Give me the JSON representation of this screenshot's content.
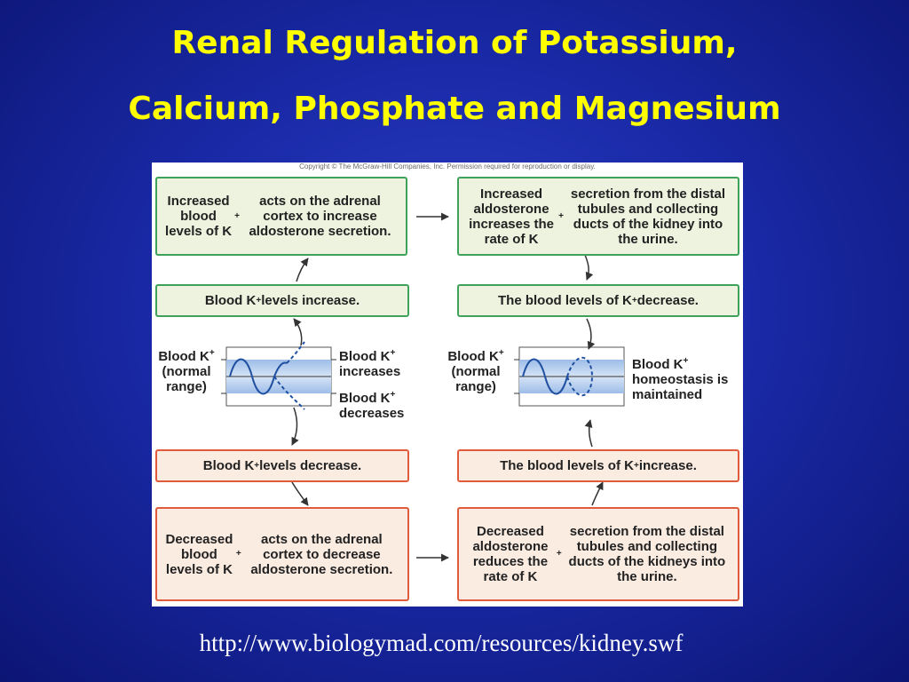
{
  "title": {
    "line1": "Renal Regulation of Potassium,",
    "line2": "Calcium, Phosphate and Magnesium"
  },
  "copyright": "Copyright © The McGraw-Hill Companies, Inc. Permission required for reproduction or display.",
  "boxes": {
    "top_left": "Increased blood levels of K+ acts on the adrenal cortex to increase aldosterone secretion.",
    "top_right": "Increased aldosterone increases the rate of K+ secretion from the distal tubules and collecting ducts of the kidney into the urine.",
    "mid_upper_left": "Blood K+ levels increase.",
    "mid_upper_right": "The blood levels of K+ decrease.",
    "mid_lower_left": "Blood K+ levels decrease.",
    "mid_lower_right": "The blood levels of K+ increase.",
    "bottom_left": "Decreased blood levels of K+ acts on the adrenal cortex to decrease aldosterone secretion.",
    "bottom_right": "Decreased aldosterone reduces the rate of K+ secretion from the distal tubules and collecting ducts of the kidneys into the urine."
  },
  "labels": {
    "left_normal": "Blood K+ (normal range)",
    "left_increases": "Blood K+ increases",
    "left_decreases": "Blood K+ decreases",
    "right_normal": "Blood K+ (normal range)",
    "right_homeostasis": "Blood K+ homeostasis is maintained"
  },
  "colors": {
    "stimulus_box_border": "#3ea25a",
    "response_box_border": "#e05b3c",
    "title": "#ffff00",
    "background": "#1a2aa8",
    "graph_wave": "#1f4fa0"
  },
  "source_url": "http://www.biologymad.com/resources/kidney.swf"
}
